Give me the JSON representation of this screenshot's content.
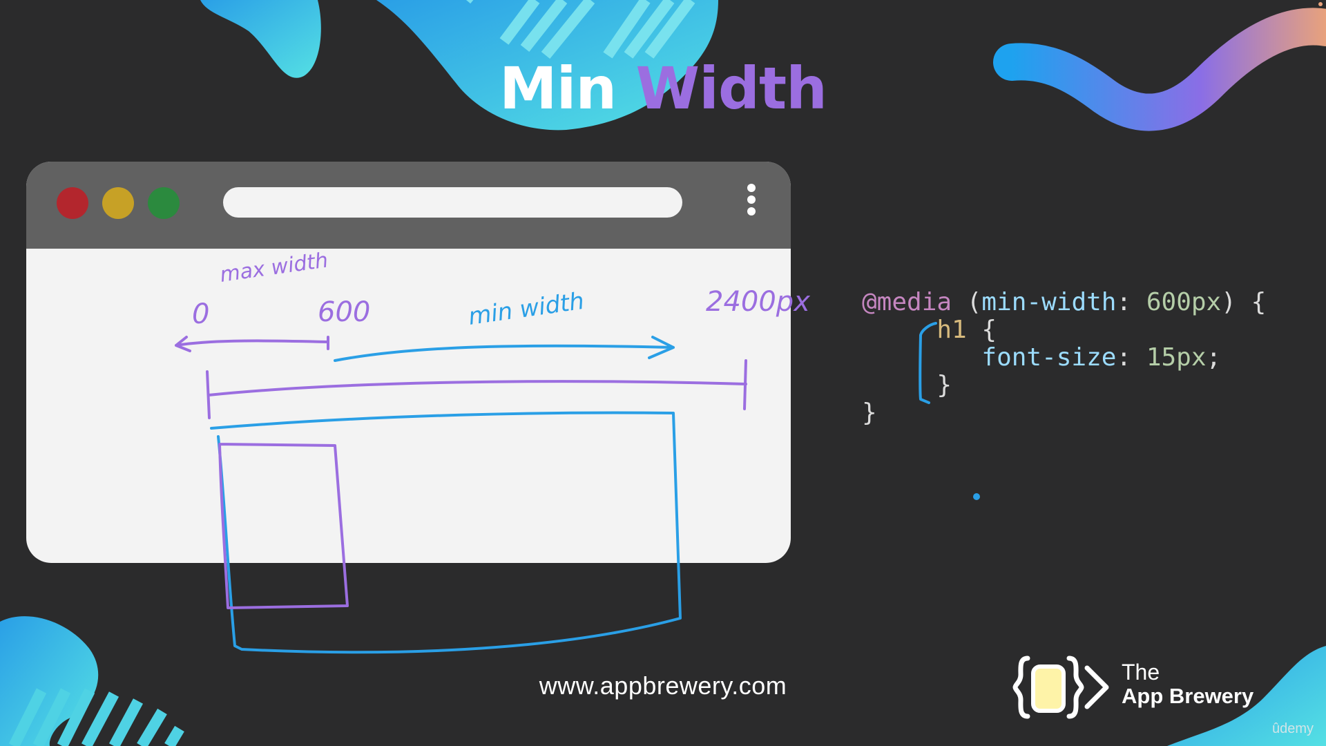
{
  "title": {
    "word1": "Min",
    "word2": "Width"
  },
  "colors": {
    "background": "#2b2b2c",
    "purple": "#9b6ee0",
    "blue": "#2a9fe6",
    "cyan": "#46d7e6"
  },
  "browser": {
    "window_buttons": [
      "close",
      "minimize",
      "maximize"
    ],
    "menu_icon": "kebab-menu-icon"
  },
  "annotations": {
    "max_width": "max width",
    "min_width": "min width",
    "zero": "0",
    "six_hundred": "600",
    "end": "2400px"
  },
  "code": {
    "line1_kw": "@media",
    "line1_open": " (",
    "line1_prop": "min-width",
    "line1_colon": ": ",
    "line1_val": "600px",
    "line1_close": ") {",
    "line2_sel": "h1",
    "line2_brace": " {",
    "line3_prop": "font-size",
    "line3_colon": ": ",
    "line3_val": "15px",
    "line3_semi": ";",
    "line4": "}",
    "line5": "}"
  },
  "footer": {
    "url": "www.appbrewery.com"
  },
  "brand": {
    "line1": "The",
    "line2": "App Brewery"
  },
  "watermark": "ûdemy"
}
